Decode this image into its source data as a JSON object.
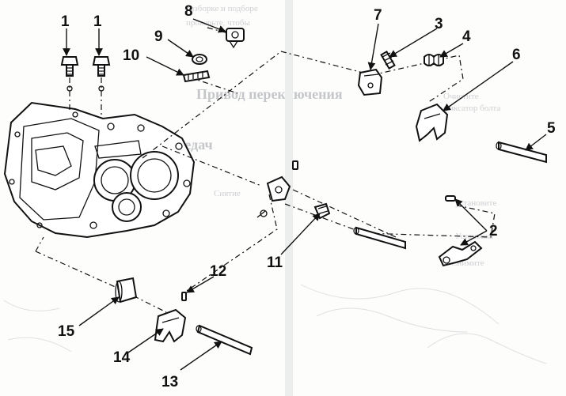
{
  "background_text": {
    "heading_1": "Привод переключения",
    "heading_2": "передач",
    "lines": [
      "разборке и подборе",
      "проверьте, чтобы",
      "Снятие",
      "Очистите",
      "фиксатор болта",
      "установите",
      "Установка",
      "Снимите"
    ]
  },
  "callouts": {
    "c1a": "1",
    "c1b": "1",
    "c2": "2",
    "c3": "3",
    "c4": "4",
    "c5": "5",
    "c6": "6",
    "c7": "7",
    "c8": "8",
    "c9": "9",
    "c10": "10",
    "c11": "11",
    "c12": "12",
    "c13": "13",
    "c14": "14",
    "c15": "15"
  },
  "colors": {
    "ink": "#111111",
    "bleed_through": "#cfd0d3"
  }
}
